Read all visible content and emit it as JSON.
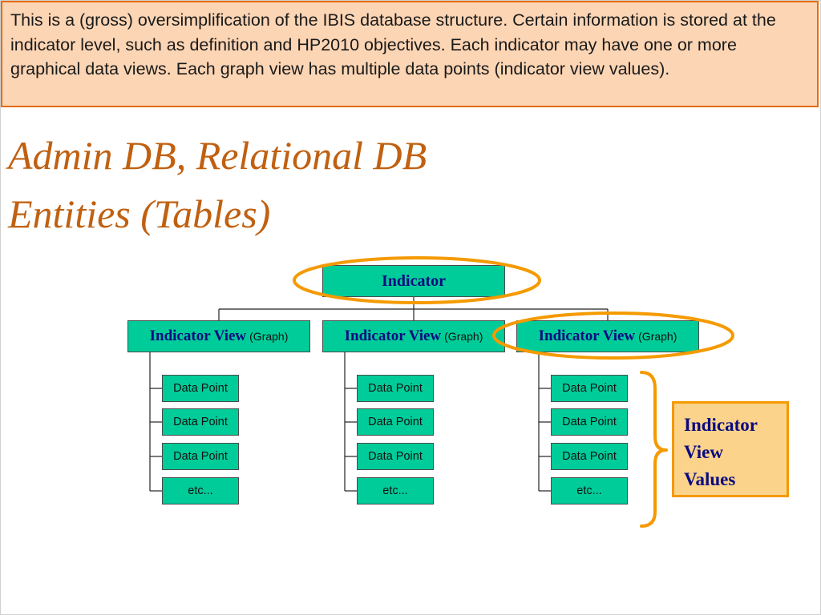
{
  "note": "This is a (gross) oversimplification of the IBIS database structure.  Certain information is stored at the indicator level, such as definition and HP2010 objectives.  Each indicator may have one or more graphical data views.  Each graph view has multiple data points (indicator view values).",
  "title": {
    "line1": "Admin DB, Relational DB",
    "line2": "Entities (Tables)"
  },
  "diagram": {
    "root": "Indicator",
    "views": [
      {
        "label": "Indicator View",
        "sub": "(Graph)",
        "children": [
          "Data Point",
          "Data Point",
          "Data Point",
          "etc..."
        ]
      },
      {
        "label": "Indicator View",
        "sub": "(Graph)",
        "children": [
          "Data Point",
          "Data Point",
          "Data Point",
          "etc..."
        ]
      },
      {
        "label": "Indicator View",
        "sub": "(Graph)",
        "children": [
          "Data Point",
          "Data Point",
          "Data Point",
          "etc..."
        ]
      }
    ],
    "callout": [
      "Indicator",
      "View",
      "Values"
    ]
  },
  "colors": {
    "node_fill": "#00cc99",
    "highlight": "#f59a00",
    "title": "#c06010",
    "note_fill": "#fcd5b4"
  }
}
